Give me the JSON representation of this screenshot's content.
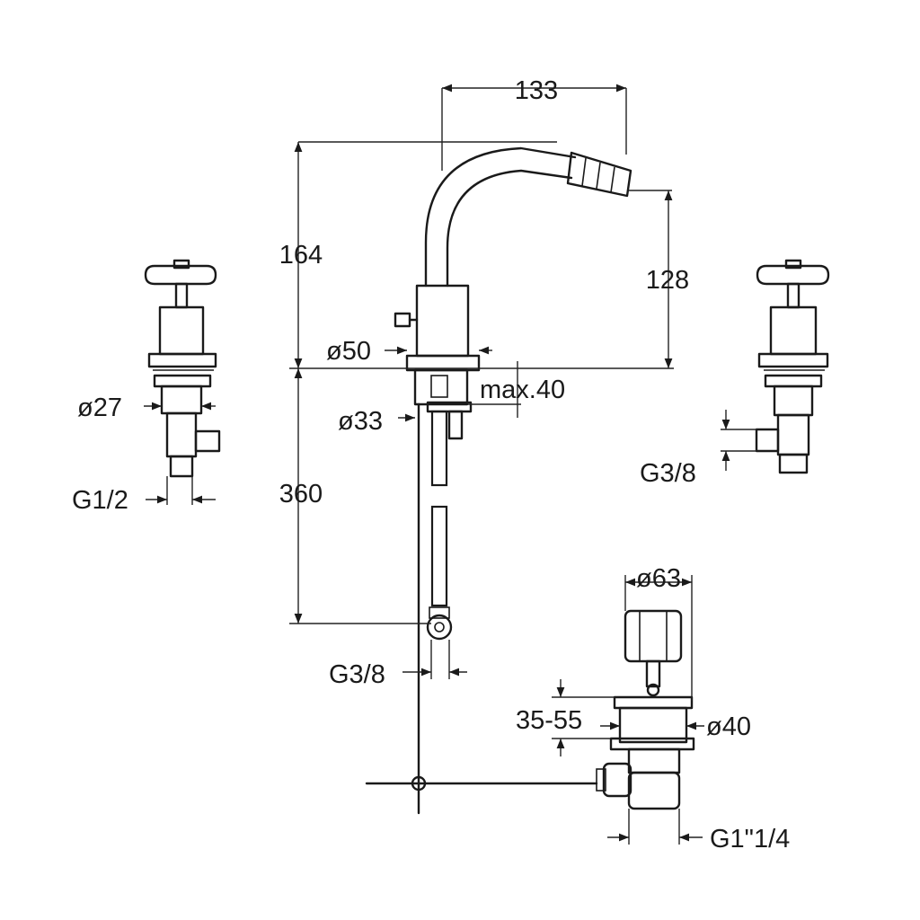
{
  "dimensions": {
    "spout_reach": "133",
    "body_height": "164",
    "spout_height": "128",
    "body_diameter": "ø50",
    "max_deck_thickness": "max.40",
    "shank_diameter": "ø33",
    "hose_length": "360",
    "hose_connection": "G3/8",
    "left_valve_diameter": "ø27",
    "left_valve_thread": "G1/2",
    "right_valve_thread": "G3/8",
    "waste_head_diameter": "ø63",
    "waste_range": "35-55",
    "waste_diameter": "ø40",
    "waste_thread": "G1\"1/4"
  },
  "colors": {
    "line": "#1a1a1a",
    "background": "#ffffff"
  }
}
